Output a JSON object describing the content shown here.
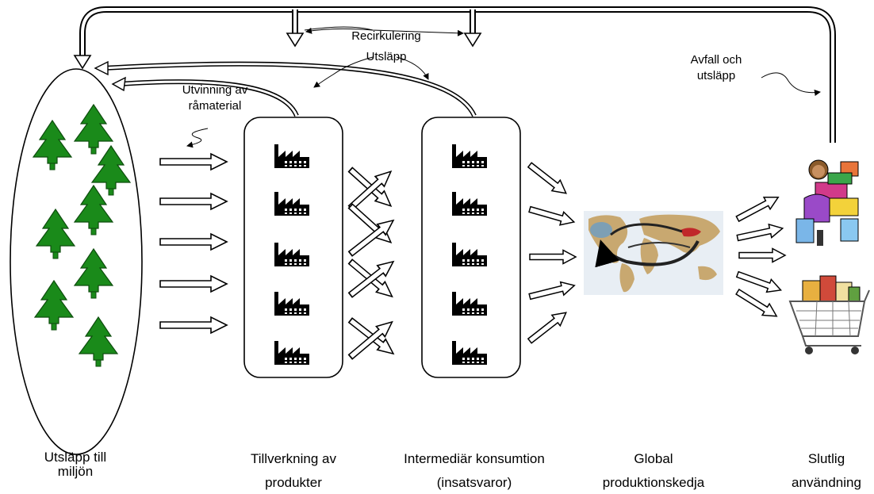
{
  "annotations": {
    "recirculation": "Recirkulering",
    "emissions": "Utsläpp",
    "extraction_line1": "Utvinning av",
    "extraction_line2": "råmaterial",
    "waste_line1": "Avfall och",
    "waste_line2": "utsläpp"
  },
  "stages": {
    "environment_line1": "Utsläpp till",
    "environment_line2": "miljön",
    "manufacturing_line1": "Tillverkning av",
    "manufacturing_line2": "produkter",
    "intermediate_line1": "Intermediär konsumtion",
    "intermediate_line2": "(insatsvaror)",
    "global_line1": "Global",
    "global_line2": "produktionskedja",
    "final_line1": "Slutlig",
    "final_line2": "användning"
  },
  "icons": {
    "tree": "tree-icon",
    "factory": "factory-icon",
    "world": "world-map-icon",
    "shopper": "shopper-icon",
    "cart": "shopping-cart-icon"
  },
  "colors": {
    "tree_fill": "#1a8a1a",
    "outline": "#000000",
    "land": "#c8a870",
    "sea": "#e8eef4"
  }
}
